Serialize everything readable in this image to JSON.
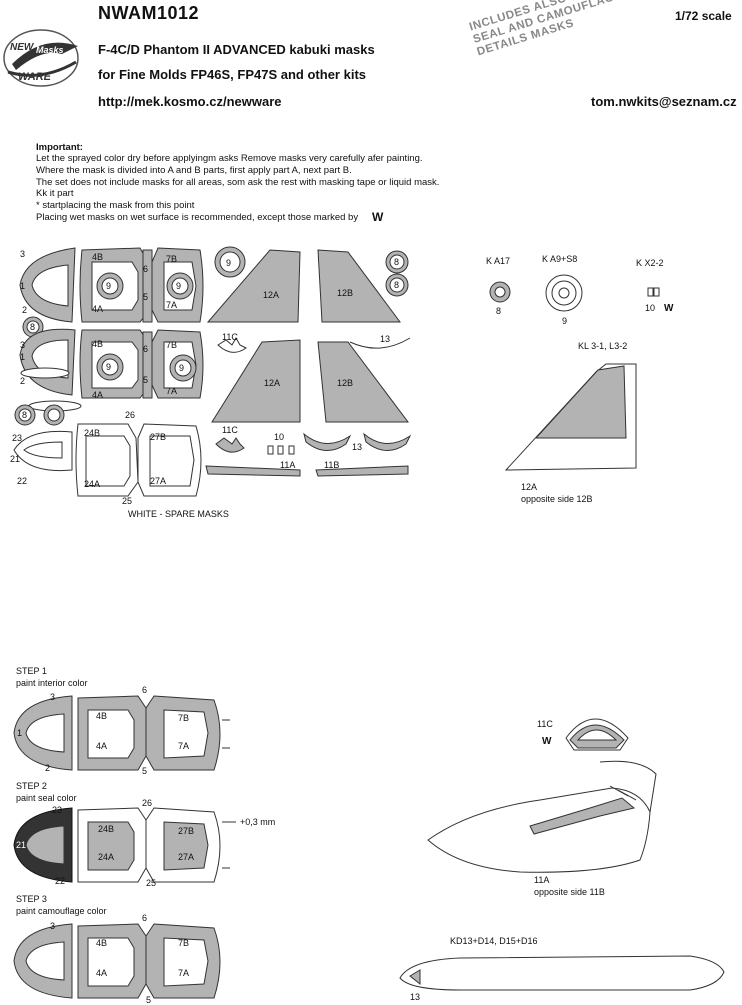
{
  "header": {
    "code": "NWAM1012",
    "title_line1": "F-4C/D Phantom II ADVANCED kabuki masks",
    "title_line2": "for Fine Molds FP46S, FP47S and other kits",
    "url": "http://mek.kosmo.cz/newware",
    "scale": "1/72 scale",
    "email": "tom.nwkits@seznam.cz",
    "logo_top": "NEW",
    "logo_mid": "Masks",
    "logo_bottom": "WARE",
    "stamp": [
      "INCLUDES ALSO WINDOWS",
      "SEAL AND CAMOUFLAGE",
      "DETAILS MASKS"
    ]
  },
  "instructions": {
    "title": "Important:",
    "lines": [
      "Let the sprayed color dry before applyingm asks Remove masks very carefully afer painting.",
      "Where the mask is divided into A and B parts, first apply part A, next part B.",
      "The set does not include masks for all areas, som ask the rest with masking tape or liquid mask.",
      "Kk it part",
      "* startplacing the mask from this point",
      "Placing wet masks on wet surface is recommended, except those marked by"
    ]
  },
  "sheet_labels": {
    "n1": "1",
    "n2": "2",
    "n3": "3",
    "n4A": "4A",
    "n4B": "4B",
    "n5": "5",
    "n6": "6",
    "n7A": "7A",
    "n7B": "7B",
    "n8": "8",
    "n9": "9",
    "n10": "10",
    "n11A": "11A",
    "n11B": "11B",
    "n11C": "11C",
    "n12A": "12A",
    "n12B": "12B",
    "n13": "13",
    "n21": "21",
    "n22": "22",
    "n23": "23",
    "n24A": "24A",
    "n24B": "24B",
    "n25": "25",
    "n26": "26",
    "n27A": "27A",
    "n27B": "27B",
    "spare": "WHITE - SPARE MASKS"
  },
  "wheels": {
    "a17": "K A17",
    "a9": "K A9+S8",
    "x22": "K X2-2",
    "n8": "8",
    "n9": "9",
    "n10": "10"
  },
  "fin": {
    "title": "KL 3-1, L3-2",
    "label": "12A",
    "opposite": "opposite side 12B"
  },
  "steps": [
    {
      "title": "STEP 1",
      "desc": "paint interior color"
    },
    {
      "title": "STEP 2",
      "desc": "paint seal color"
    },
    {
      "title": "STEP 3",
      "desc": "paint camouflage color"
    }
  ],
  "step_labels": {
    "dim": "+0,3 mm"
  },
  "side_view": {
    "n11C": "11C",
    "n11A": "11A",
    "opposite": "opposite side 11B"
  },
  "fuel_tank": {
    "title": "KD13+D14, D15+D16",
    "n13": "13"
  }
}
